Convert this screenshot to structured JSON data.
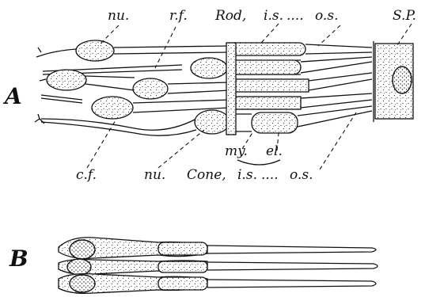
{
  "panel_a": {
    "letter": "A",
    "labels": {
      "nu_top": "nu.",
      "rf": "r.f.",
      "rod": "Rod,",
      "is_top": "i.s.",
      "dots_top": "....",
      "os_top": "o.s.",
      "sp": "S.P.",
      "cf": "c.f.",
      "nu_bottom": "nu.",
      "cone": "Cone,",
      "is_bottom": "i.s.",
      "dots_bottom": "....",
      "os_bottom": "o.s.",
      "my": "my.",
      "el": "el."
    }
  },
  "panel_b": {
    "letter": "B"
  }
}
